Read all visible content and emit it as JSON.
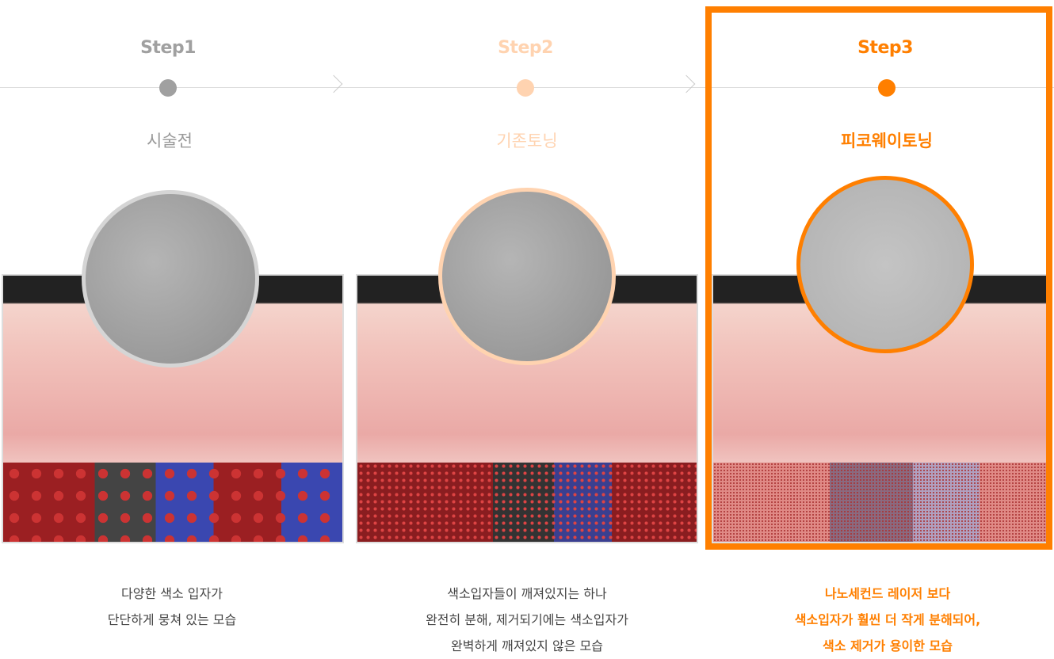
{
  "colors": {
    "accent": "#ff7f00",
    "step1": "#a0a0a0",
    "step2": "#ffd3b0"
  },
  "steps": [
    {
      "label": "Step1",
      "name": "시술전",
      "desc": [
        "다양한 색소 입자가",
        "단단하게 뭉쳐 있는 모습"
      ]
    },
    {
      "label": "Step2",
      "name": "기존토닝",
      "desc": [
        "색소입자들이 깨져있지는 하나",
        "완전히 분해, 제거되기에는 색소입자가",
        "완벽하게 깨져있지 않은 모습"
      ]
    },
    {
      "label": "Step3",
      "name": "피코웨이토닝",
      "desc": [
        "나노세컨드 레이저 보다",
        "색소입자가 훨씬 더 작게 분해되어,",
        "색소 제거가 용이한 모습"
      ]
    }
  ]
}
